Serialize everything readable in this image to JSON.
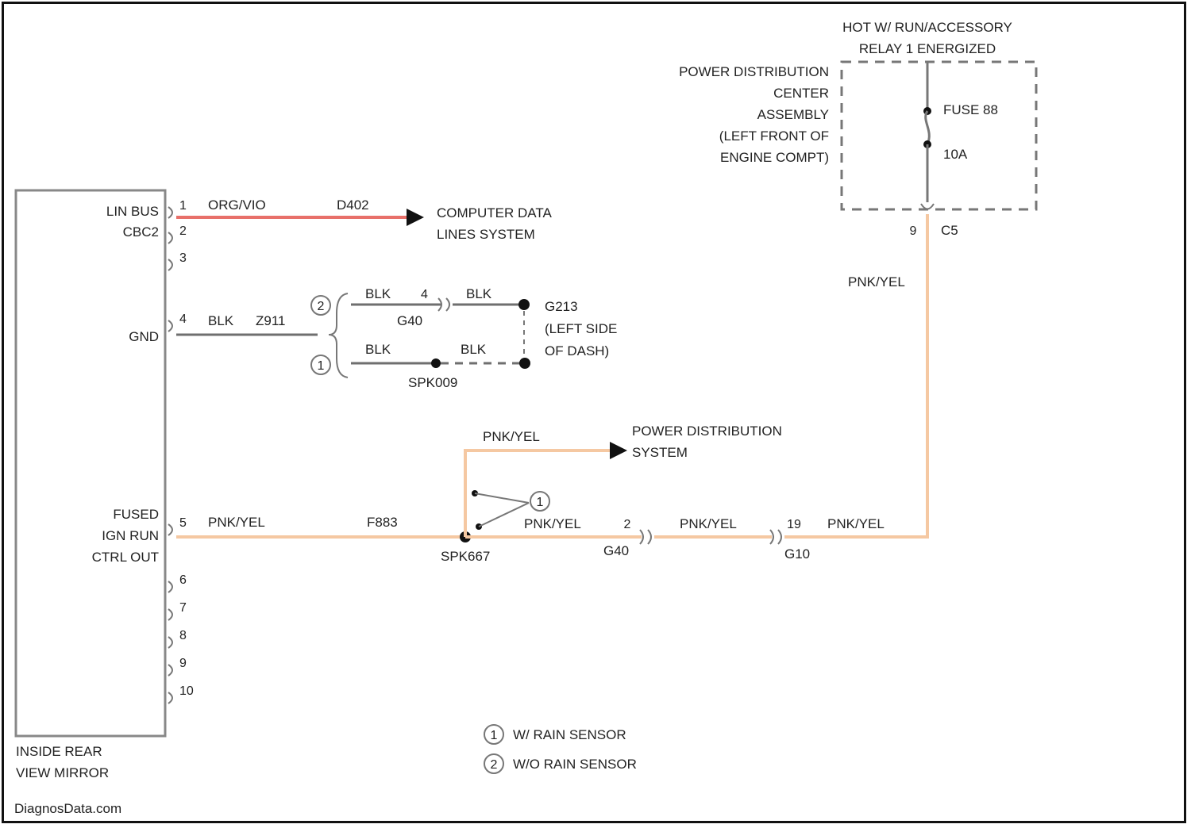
{
  "colors": {
    "lin_wire": "#e8706a",
    "power_wire": "#f5c8a2",
    "ground_wire": "#6f6f6f",
    "outline": "#777777",
    "text": "#222222"
  },
  "relay_box": {
    "title_line1": "HOT W/ RUN/ACCESSORY",
    "title_line2": "RELAY 1 ENERGIZED",
    "pdc_line1": "POWER DISTRIBUTION",
    "pdc_line2": "CENTER",
    "pdc_line3": "ASSEMBLY",
    "pdc_line4": "(LEFT FRONT OF",
    "pdc_line5": "ENGINE COMPT)",
    "fuse_label": "FUSE 88",
    "fuse_rating": "10A",
    "connector_pin": "9",
    "connector_name": "C5"
  },
  "module": {
    "name_line1": "INSIDE REAR",
    "name_line2": "VIEW MIRROR",
    "pin_labels": {
      "p1": "LIN BUS",
      "p2": "CBC2",
      "p4": "GND",
      "p5_line1": "FUSED",
      "p5_line2": "IGN RUN",
      "p5_line3": "CTRL OUT"
    },
    "pins": [
      "1",
      "2",
      "3",
      "4",
      "5",
      "6",
      "7",
      "8",
      "9",
      "10"
    ]
  },
  "lin_circuit": {
    "wire_color": "ORG/VIO",
    "circuit": "D402",
    "dest_line1": "COMPUTER DATA",
    "dest_line2": "LINES SYSTEM"
  },
  "ground_circuit": {
    "wire_color": "BLK",
    "circuit": "Z911",
    "variant_a_num": "2",
    "variant_b_num": "1",
    "a_wire_left": "BLK",
    "a_pin": "4",
    "a_wire_right": "BLK",
    "a_connector": "G40",
    "b_wire_left": "BLK",
    "b_wire_right": "BLK",
    "b_splice": "SPK009",
    "ground_name": "G213",
    "ground_loc1": "(LEFT SIDE",
    "ground_loc2": "OF DASH)"
  },
  "power_circuit": {
    "wire_color_1": "PNK/YEL",
    "circuit": "F883",
    "splice": "SPK667",
    "branch_wire": "PNK/YEL",
    "branch_dest1": "POWER DISTRIBUTION",
    "branch_dest2": "SYSTEM",
    "seg2_wire": "PNK/YEL",
    "conn1_pin": "2",
    "conn1_name": "G40",
    "seg3_wire": "PNK/YEL",
    "conn2_pin": "19",
    "conn2_name": "G10",
    "seg4_wire": "PNK/YEL",
    "riser_wire": "PNK/YEL",
    "variant_num": "1"
  },
  "legend": {
    "item1_num": "1",
    "item1_text": "W/ RAIN SENSOR",
    "item2_num": "2",
    "item2_text": "W/O RAIN SENSOR"
  },
  "footer": {
    "watermark": "DiagnosData.com"
  }
}
